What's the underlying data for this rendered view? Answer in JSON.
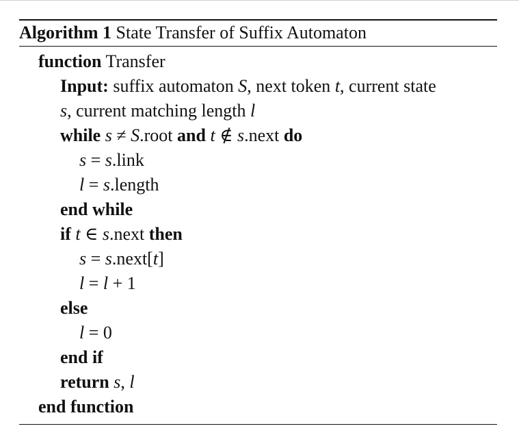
{
  "algorithm": {
    "label": "Algorithm 1",
    "title": "State Transfer of Suffix Automaton",
    "kw": {
      "function": "function",
      "input": "Input:",
      "while": "while",
      "and": "and",
      "do": "do",
      "end_while": "end while",
      "if": "if",
      "then": "then",
      "else": "else",
      "end_if": "end if",
      "return": "return",
      "end_function": "end function"
    },
    "function_name": "Transfer",
    "input_text_1": "suffix automaton ",
    "input_var_S": "S",
    "input_text_2": ", next token ",
    "input_var_t": "t",
    "input_text_3": ", current state",
    "input_var_s": "s",
    "input_text_4": ", current matching length ",
    "input_var_l": "l",
    "while_cond": {
      "s": "s",
      "neq": " ≠ ",
      "S": "S",
      "root": ".root ",
      "t": "t",
      "notin": " ∉ ",
      "s2": "s",
      "next": ".next "
    },
    "assign_link": {
      "lhs": "s",
      "eq": " = ",
      "rhs": "s",
      "field": ".link"
    },
    "assign_length": {
      "lhs": "l",
      "eq": " = ",
      "rhs": "s",
      "field": ".length"
    },
    "if_cond": {
      "t": "t",
      "in": " ∈ ",
      "s": "s",
      "next": ".next "
    },
    "assign_next": {
      "lhs": "s",
      "eq": " = ",
      "rhs": "s",
      "field": ".next[",
      "t": "t",
      "close": "]"
    },
    "assign_inc": {
      "lhs": "l",
      "eq": " = ",
      "rhs": "l",
      "plus": " + 1"
    },
    "assign_zero": {
      "lhs": "l",
      "eq": " = 0"
    },
    "return_vals": {
      "s": "s",
      "comma": ", ",
      "l": "l"
    }
  }
}
